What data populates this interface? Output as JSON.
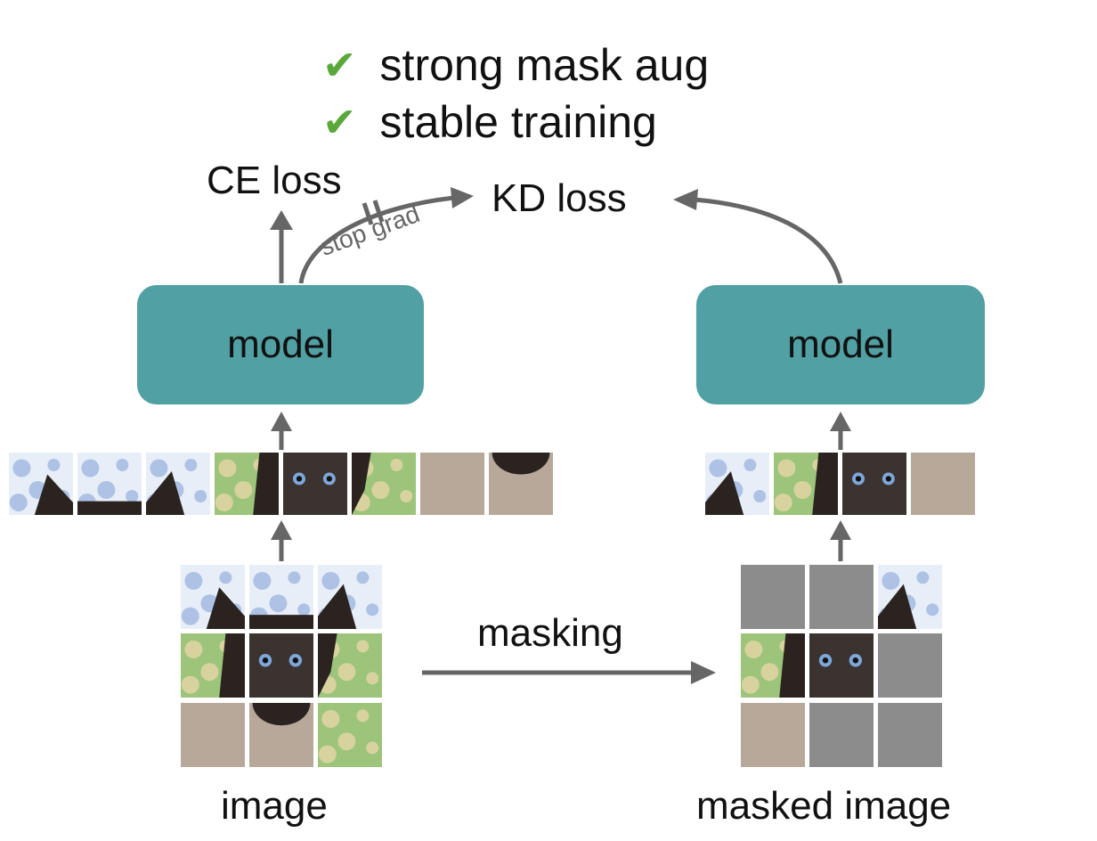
{
  "benefits": [
    {
      "icon": "checkmark-icon",
      "text": "strong mask aug"
    },
    {
      "icon": "checkmark-icon",
      "text": "stable training"
    }
  ],
  "labels": {
    "ce_loss": "CE loss",
    "kd_loss": "KD loss",
    "stop_grad": "stop grad",
    "masking": "masking",
    "image": "image",
    "masked_image": "masked image"
  },
  "models": {
    "left": "model",
    "right": "model"
  },
  "colors": {
    "model_fill": "#50a0a4",
    "check_green": "#5aa83c",
    "arrow_gray": "#666666",
    "mask_gray": "#8c8c8c"
  },
  "grid": {
    "rows": 3,
    "cols": 3,
    "patches": [
      "fabric-top-left",
      "fabric-top-center",
      "fabric-top-right",
      "fabric-mid-left",
      "cat-face",
      "fabric-mid-right",
      "cat-fur-left",
      "cat-chin",
      "fabric-bottom-right"
    ],
    "masked_flags": [
      true,
      true,
      false,
      false,
      false,
      true,
      false,
      true,
      true
    ]
  }
}
